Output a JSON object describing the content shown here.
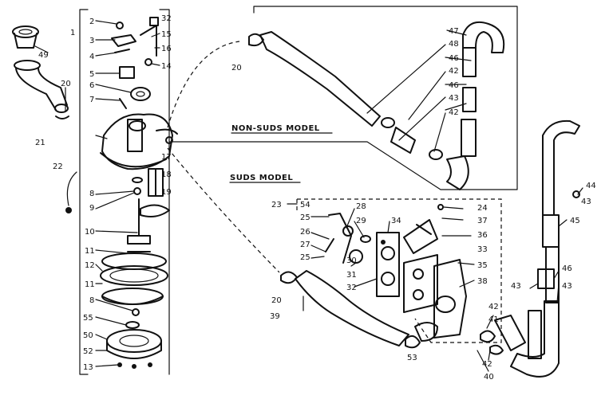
{
  "diagram": {
    "titles": {
      "non_suds": "NON-SUDS MODEL",
      "suds": "SUDS MODEL"
    },
    "labels": {
      "l1": "1",
      "l2": "2",
      "l3": "3",
      "l4": "4",
      "l5": "5",
      "l6": "6",
      "l7": "7",
      "l8a": "8",
      "l8b": "8",
      "l9": "9",
      "l10": "10",
      "l11a": "11",
      "l11b": "11",
      "l12": "12",
      "l13": "13",
      "l14": "14",
      "l15": "15",
      "l16": "16",
      "l17": "17",
      "l18": "18",
      "l19": "19",
      "l20a": "20",
      "l20b": "20",
      "l20c": "20",
      "l21": "21",
      "l22": "22",
      "l23": "23",
      "l24": "24",
      "l25a": "25",
      "l25b": "25",
      "l26": "26",
      "l27": "27",
      "l28": "28",
      "l29": "29",
      "l30": "30",
      "l31": "31",
      "l32": "32",
      "l32b": "32",
      "l33": "33",
      "l34": "34",
      "l35": "35",
      "l36": "36",
      "l37": "37",
      "l38": "38",
      "l39": "39",
      "l40": "40",
      "l41": "41",
      "l42a": "42",
      "l42b": "42",
      "l42c": "42",
      "l42d": "42",
      "l43a": "43",
      "l43b": "43",
      "l43c": "43",
      "l43d": "43",
      "l44": "44",
      "l45": "45",
      "l46a": "46",
      "l46b": "46",
      "l46c": "46",
      "l47": "47",
      "l48": "48",
      "l49": "49",
      "l50": "50",
      "l52": "52",
      "l53": "53",
      "l54": "54",
      "l55": "55"
    }
  }
}
